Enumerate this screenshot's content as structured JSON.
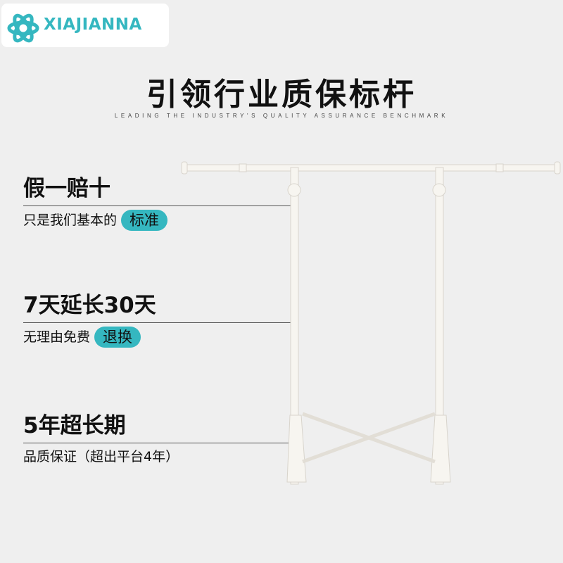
{
  "brand": {
    "name": "XIAJIANNA",
    "icon": "atom-logo-icon",
    "color": "#35b7c0"
  },
  "header": {
    "title": "引领行业质保标杆",
    "subtitle": "LEADING THE INDUSTRY'S QUALITY ASSURANCE BENCHMARK"
  },
  "features": [
    {
      "headline": "假一赔十",
      "text": "只是我们基本的",
      "highlight": "标准"
    },
    {
      "headline": "7天延长30天",
      "text": "无理由免费",
      "highlight": "退换"
    },
    {
      "headline": "5年超长期",
      "text": "品质保证（超出平台4年）",
      "highlight": ""
    }
  ],
  "product": {
    "image": "clothes-rack-illustration"
  },
  "colors": {
    "accent": "#35b7c0",
    "background": "#efefef",
    "text": "#111111"
  }
}
